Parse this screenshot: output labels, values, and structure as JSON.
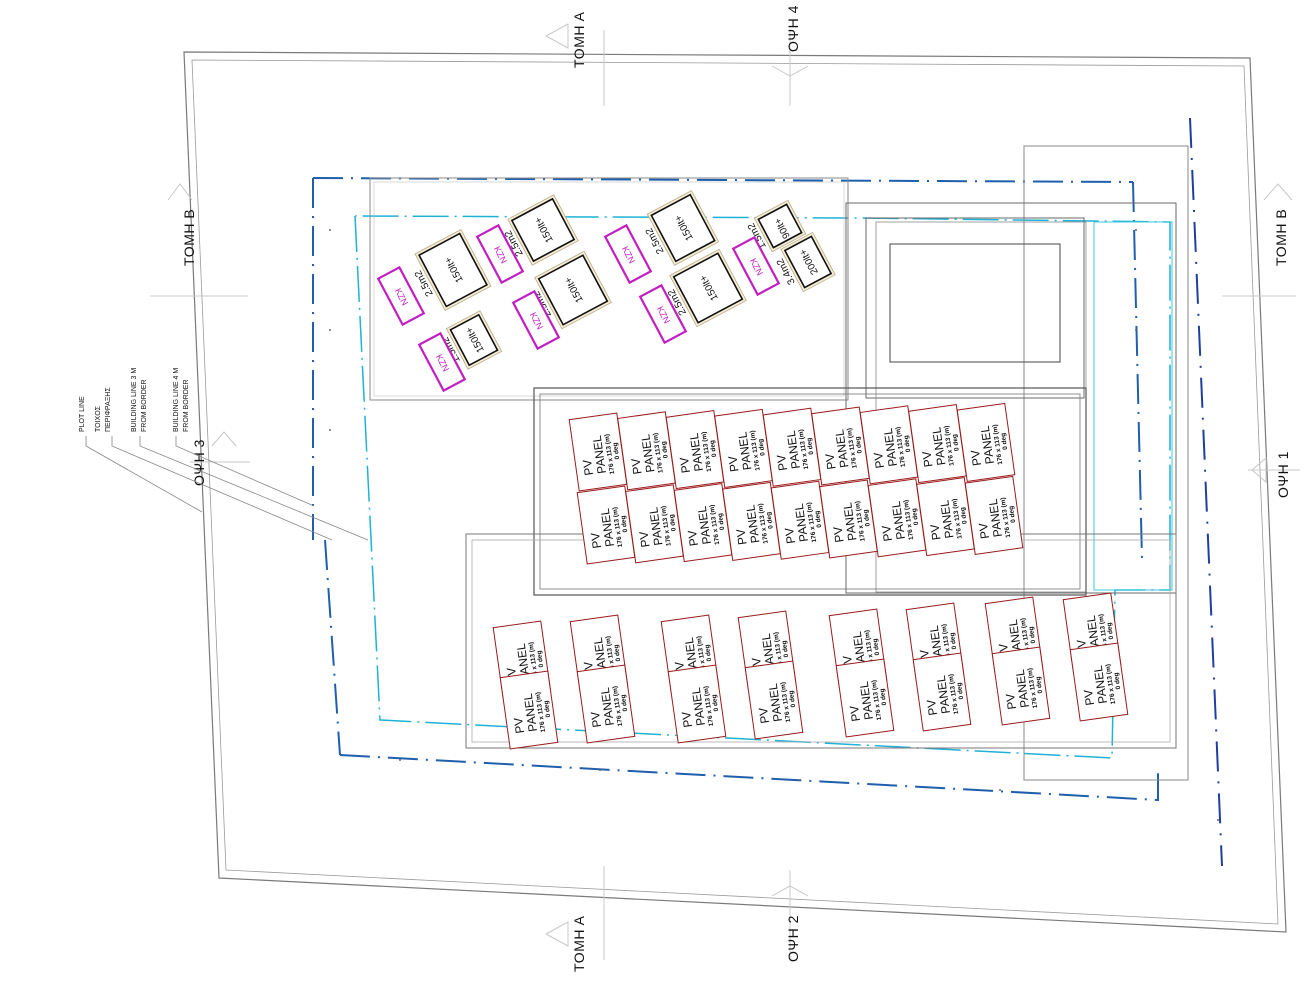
{
  "section_labels": {
    "tomi_a_top": "ΤΟΜΗ Α",
    "tomi_a_bottom": "ΤΟΜΗ Α",
    "tomi_b_left": "ΤΟΜΗ Β",
    "tomi_b_right": "ΤΟΜΗ Β",
    "opsi_1": "ΟΨΗ 1",
    "opsi_2": "ΟΨΗ 2",
    "opsi_3": "ΟΨΗ 3",
    "opsi_4": "ΟΨΗ 4"
  },
  "legend": {
    "plot_line": "PLOT LINE",
    "wall_line1": "ΤΟΙΧΟΣ",
    "wall_line2": "ΠΕΡΙΦΡΑΞΗΣ",
    "bl3_line1": "BUILDING LINE 3 M",
    "bl3_line2": "FROM  BORDER",
    "bl4_line1": "BUILDING LINE 4 M",
    "bl4_line2": "FROM  BORDER"
  },
  "pv_panel": {
    "line1": "PV",
    "line2": "PANEL",
    "dims": "176 x 113 (m)",
    "angle": "0 deg"
  },
  "kzn_label": "KZN",
  "tanks": [
    {
      "volume": "150lt+",
      "area": "2.5m2"
    },
    {
      "volume": "150lt+",
      "area": "2.5m2"
    },
    {
      "volume": "150lt+",
      "area": "2.5m2"
    },
    {
      "volume": "150lt+",
      "area": "1.5m2"
    },
    {
      "volume": "150lt+",
      "area": "2.5m2"
    },
    {
      "volume": "150lt+",
      "area": "2.5m2"
    },
    {
      "volume": "200lt+",
      "area": "3.4m2"
    },
    {
      "volume": "90lt+",
      "area": "1.5m2"
    }
  ],
  "colors": {
    "plot_line": "#7a7a7a",
    "building_line_dark": "#1f5fae",
    "building_line_light": "#1fb2d6",
    "pv_outline": "#9b1b1b",
    "kzn": "#c21fc2",
    "tank_fill": "#f4ecd5"
  }
}
